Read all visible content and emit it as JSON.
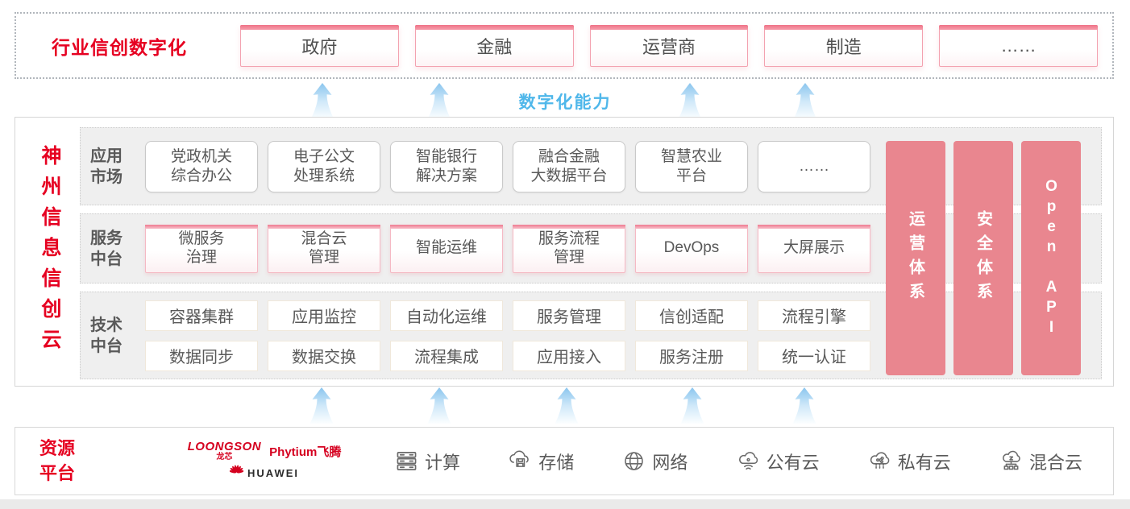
{
  "colors": {
    "brand_red": "#e60021",
    "pink_bar": "#e9868f",
    "pink_border": "#f3a2b0",
    "capability_blue": "#4fb7ea",
    "row_bg": "#efefef",
    "box_text": "#595959"
  },
  "industry_band": {
    "title": "行业信创数字化",
    "items": [
      "政府",
      "金融",
      "运营商",
      "制造",
      "……"
    ]
  },
  "capability_label": "数字化能力",
  "platform": {
    "title": "神州信息信创云",
    "app_row": {
      "label": "应用\n市场",
      "items": [
        "党政机关\n综合办公",
        "电子公文\n处理系统",
        "智能银行\n解决方案",
        "融合金融\n大数据平台",
        "智慧农业\n平台",
        "……"
      ]
    },
    "service_row": {
      "label": "服务\n中台",
      "items": [
        "微服务\n治理",
        "混合云\n管理",
        "智能运维",
        "服务流程\n管理",
        "DevOps",
        "大屏展示"
      ]
    },
    "tech_row": {
      "label": "技术\n中台",
      "items_top": [
        "容器集群",
        "应用监控",
        "自动化运维",
        "服务管理",
        "信创适配",
        "流程引擎"
      ],
      "items_bottom": [
        "数据同步",
        "数据交换",
        "流程集成",
        "应用接入",
        "服务注册",
        "统一认证"
      ]
    },
    "side_bars": [
      "运营体系",
      "安全体系",
      "Open API"
    ]
  },
  "resource_band": {
    "title": "资源\n平台",
    "logos": {
      "loongson": "LOONGSON",
      "loongson_sub": "龙芯",
      "phytium": "Phytium飞腾",
      "huawei": "HUAWEI"
    },
    "items": [
      {
        "icon": "compute-server-icon",
        "label": "计算"
      },
      {
        "icon": "storage-cloud-icon",
        "label": "存储"
      },
      {
        "icon": "network-globe-icon",
        "label": "网络"
      },
      {
        "icon": "public-cloud-icon",
        "label": "公有云"
      },
      {
        "icon": "private-cloud-icon",
        "label": "私有云"
      },
      {
        "icon": "hybrid-cloud-icon",
        "label": "混合云"
      }
    ]
  }
}
